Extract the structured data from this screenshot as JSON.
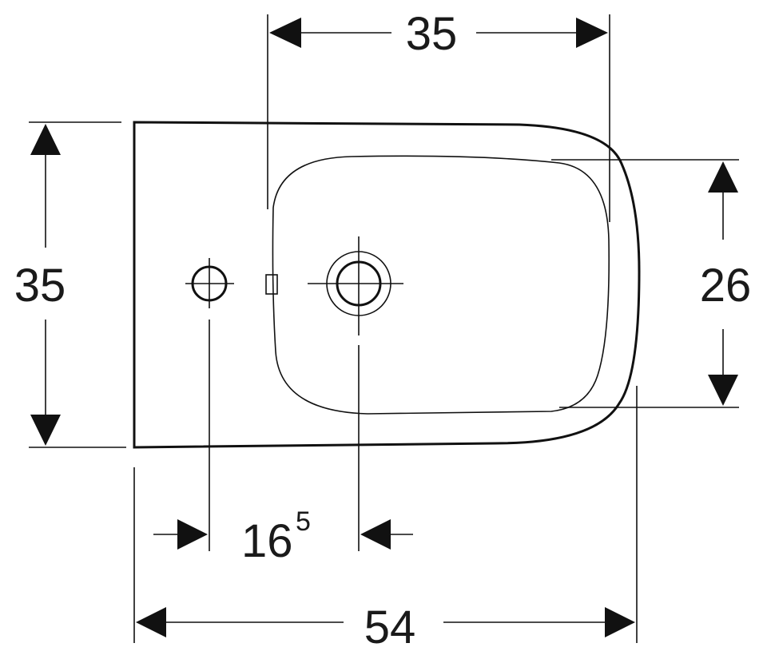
{
  "dimensions": {
    "top_width": "35",
    "left_height": "35",
    "right_height": "26",
    "bottom_offset_main": "16",
    "bottom_offset_sup": "5",
    "total_width": "54"
  }
}
